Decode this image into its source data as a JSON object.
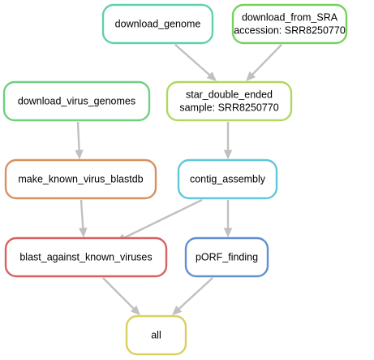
{
  "nodes": [
    {
      "id": "download_genome",
      "lines": [
        "download_genome"
      ],
      "color": "#5fd0b0"
    },
    {
      "id": "download_from_SRA",
      "lines": [
        "download_from_SRA",
        "accession: SRR8250770"
      ],
      "color": "#78d060"
    },
    {
      "id": "download_virus_genomes",
      "lines": [
        "download_virus_genomes"
      ],
      "color": "#6fd080"
    },
    {
      "id": "star_double_ended",
      "lines": [
        "star_double_ended",
        "sample: SRR8250770"
      ],
      "color": "#b0d860"
    },
    {
      "id": "make_known_virus_blastdb",
      "lines": [
        "make_known_virus_blastdb"
      ],
      "color": "#d89060"
    },
    {
      "id": "contig_assembly",
      "lines": [
        "contig_assembly"
      ],
      "color": "#60c8d8"
    },
    {
      "id": "blast_against_known_viruses",
      "lines": [
        "blast_against_known_viruses"
      ],
      "color": "#d86060"
    },
    {
      "id": "pORF_finding",
      "lines": [
        "pORF_finding"
      ],
      "color": "#6090d0"
    },
    {
      "id": "all",
      "lines": [
        "all"
      ],
      "color": "#d8d060"
    }
  ],
  "edges": [
    {
      "from": "download_genome",
      "to": "star_double_ended"
    },
    {
      "from": "download_from_SRA",
      "to": "star_double_ended"
    },
    {
      "from": "download_virus_genomes",
      "to": "make_known_virus_blastdb"
    },
    {
      "from": "star_double_ended",
      "to": "contig_assembly"
    },
    {
      "from": "make_known_virus_blastdb",
      "to": "blast_against_known_viruses"
    },
    {
      "from": "contig_assembly",
      "to": "blast_against_known_viruses"
    },
    {
      "from": "contig_assembly",
      "to": "pORF_finding"
    },
    {
      "from": "blast_against_known_viruses",
      "to": "all"
    },
    {
      "from": "pORF_finding",
      "to": "all"
    }
  ]
}
